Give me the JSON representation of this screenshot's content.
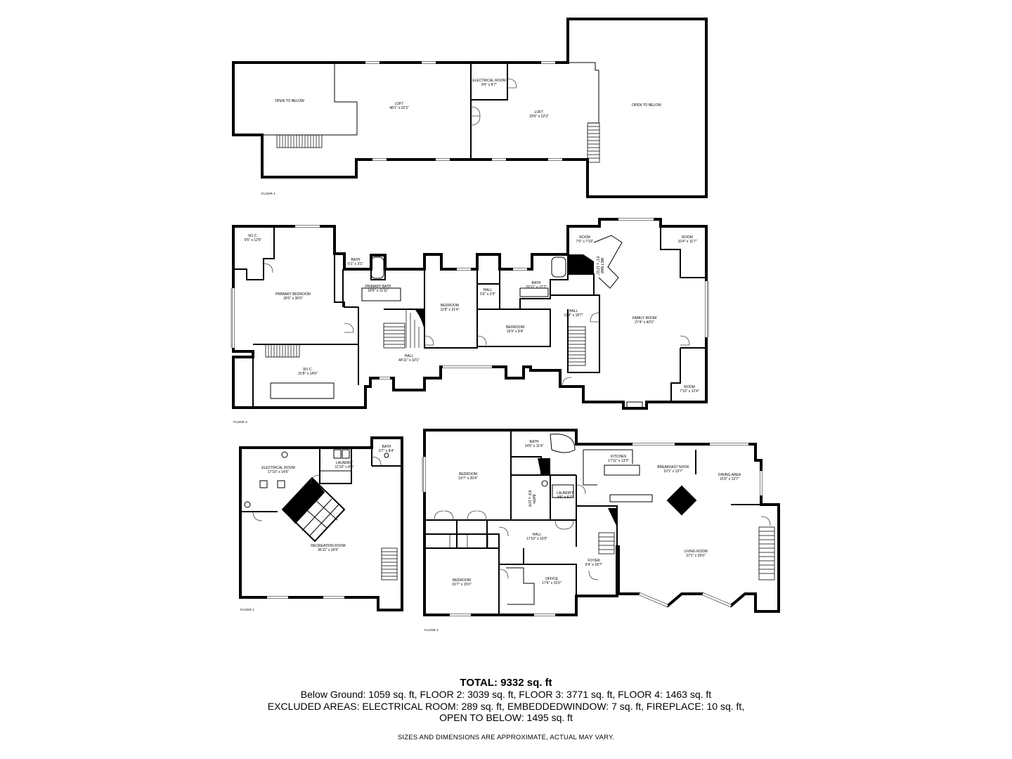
{
  "floors": {
    "floor4": {
      "label": "FLOOR 4",
      "rooms": [
        {
          "name": "OPEN TO BELOW",
          "dims": ""
        },
        {
          "name": "LOFT",
          "dims": "48'1\" x 22'3\""
        },
        {
          "name": "ELECTRICAL ROOM",
          "dims": "8'4\" x 8'7\""
        },
        {
          "name": "LOFT",
          "dims": "29'9\" x 22'3\""
        },
        {
          "name": "OPEN TO BELOW",
          "dims": ""
        }
      ]
    },
    "floor3": {
      "label": "FLOOR 3",
      "rooms": [
        {
          "name": "W.I.C.",
          "dims": "9'5\" x 12'5\""
        },
        {
          "name": "PRIMARY BEDROOM",
          "dims": "28'2\" x 30'0\""
        },
        {
          "name": "BATH",
          "dims": "6'1\" x 3'1\""
        },
        {
          "name": "PRIMARY BATH",
          "dims": "18'9\" x 11'11\""
        },
        {
          "name": "BEDROOM",
          "dims": "11'8\" x 21'4\""
        },
        {
          "name": "HALL",
          "dims": "5'0\" x 2'9\""
        },
        {
          "name": "BATH",
          "dims": "20'11\" x 12'7\""
        },
        {
          "name": "ROOM",
          "dims": "7'0\" x 7'10\""
        },
        {
          "name": "WET BAR",
          "dims": "6'1\" x 12'11\""
        },
        {
          "name": "ROOM",
          "dims": "10'4\" x 11'7\""
        },
        {
          "name": "BEDROOM",
          "dims": "16'9\" x 8'4\""
        },
        {
          "name": "HALL",
          "dims": "11'4\" x 18'7\""
        },
        {
          "name": "FAMILY ROOM",
          "dims": "27'4\" x 42'0\""
        },
        {
          "name": "HALL",
          "dims": "44'11\" x 10'1\""
        },
        {
          "name": "W.I.C.",
          "dims": "31'8\" x 14'9\""
        },
        {
          "name": "ROOM",
          "dims": "7'10\" x 12'4\""
        }
      ]
    },
    "floor1": {
      "label": "FLOOR 1",
      "rooms": [
        {
          "name": "BATH",
          "dims": "6'7\" x 8'4\""
        },
        {
          "name": "ELECTRICAL ROOM",
          "dims": "17'10\" x 14'6\""
        },
        {
          "name": "LAUNDRY",
          "dims": "11'10\" x 8'4\""
        },
        {
          "name": "RECREATION ROOM",
          "dims": "36'11\" x 32'6\""
        }
      ]
    },
    "floor2": {
      "label": "FLOOR 2",
      "rooms": [
        {
          "name": "BATH",
          "dims": "14'6\" x 11'4\""
        },
        {
          "name": "BEDROOM",
          "dims": "19'7\" x 20'4\""
        },
        {
          "name": "KITCHEN",
          "dims": "17'11\" x 13'3\""
        },
        {
          "name": "BREAKFAST NOOK",
          "dims": "10'1\" x 13'7\""
        },
        {
          "name": "DINING AREA",
          "dims": "15'0\" x 13'7\""
        },
        {
          "name": "BATH",
          "dims": "8'9\" x 10'6\""
        },
        {
          "name": "LAUNDRY",
          "dims": "9'6\" x 5'7\""
        },
        {
          "name": "HALL",
          "dims": "17'10\" x 10'0\""
        },
        {
          "name": "FOYER",
          "dims": "9'4\" x 18'7\""
        },
        {
          "name": "LIVING ROOM",
          "dims": "37'1\" x 20'6\""
        },
        {
          "name": "BEDROOM",
          "dims": "16'7\" x 15'0\""
        },
        {
          "name": "OFFICE",
          "dims": "17'6\" x 15'0\""
        }
      ]
    }
  },
  "summary": {
    "total": "TOTAL: 9332 sq. ft",
    "line1": "Below Ground: 1059 sq. ft, FLOOR 2: 3039 sq. ft, FLOOR 3: 3771 sq. ft, FLOOR 4: 1463 sq. ft",
    "line2": "EXCLUDED AREAS: ELECTRICAL ROOM: 289 sq. ft, EMBEDDEDWINDOW: 7 sq. ft, FIREPLACE: 10 sq. ft,",
    "line3": "OPEN TO BELOW: 1495 sq. ft"
  },
  "disclaimer": "SIZES AND DIMENSIONS ARE APPROXIMATE, ACTUAL MAY VARY."
}
